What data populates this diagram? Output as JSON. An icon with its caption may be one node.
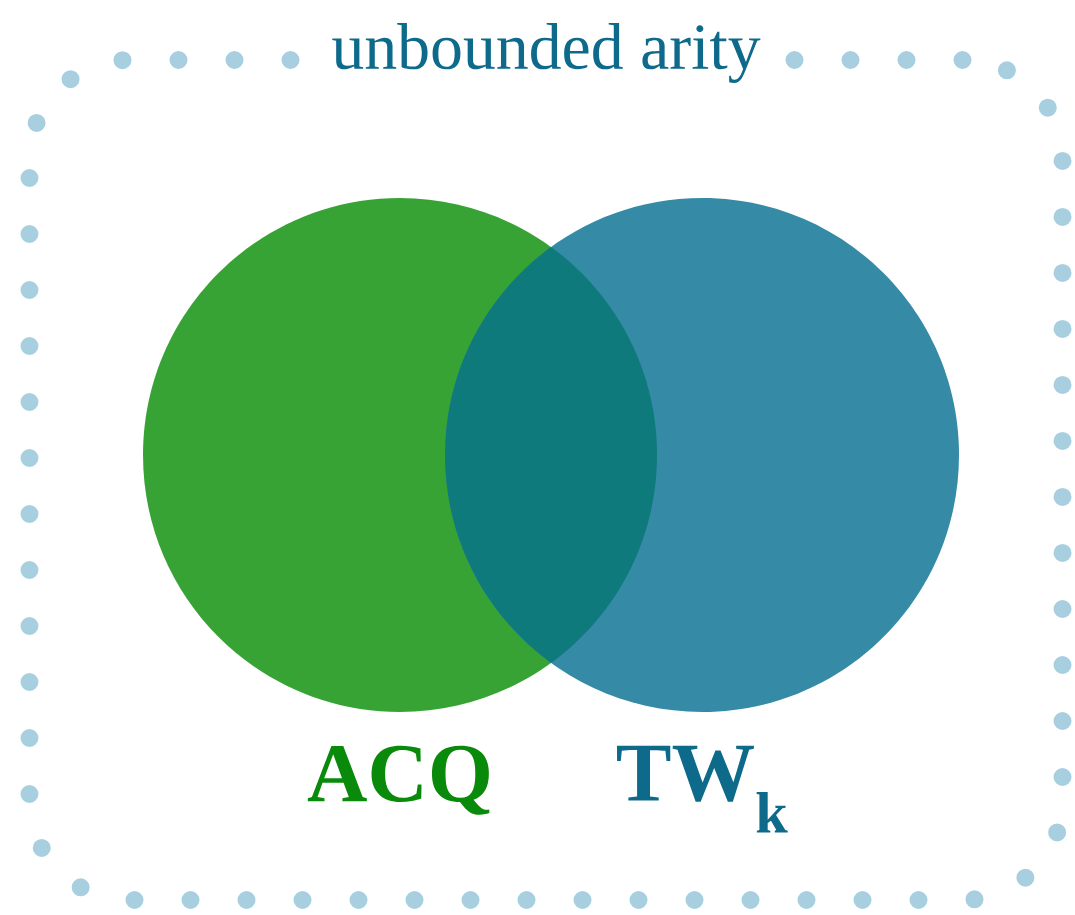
{
  "diagram": {
    "nodes": [
      {
        "text": [
          "unbounded arity"
        ]
      },
      {
        "text": [
          "ACQ"
        ],
        "in": 0
      },
      {
        "text": [
          "TW$_{k}$"
        ],
        "in": 0
      }
    ]
  }
}
